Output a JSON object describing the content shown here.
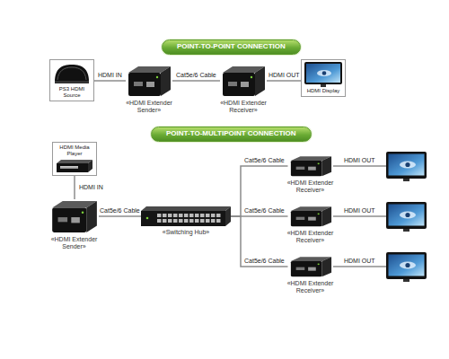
{
  "diagram": {
    "nodes": [
      {
        "text": [
          "POINT-TO-POINT CONNECTION"
        ]
      },
      {
        "text": [
          "PS3 HDMI Source"
        ]
      },
      {
        "text": [
          "«HDMI Extender Sender»"
        ]
      },
      {
        "text": [
          "«HDMI Extender Receiver»"
        ]
      },
      {
        "text": [
          "HDMI Display"
        ]
      },
      {
        "text": [
          "POINT-TO-MULTIPOINT CONNECTION"
        ]
      },
      {
        "text": [
          "HDMI Media Player"
        ]
      },
      {
        "text": [
          "«HDMI Extender Sender»"
        ]
      },
      {
        "text": [
          "«Switching Hub»"
        ]
      },
      {
        "text": [
          "«HDMI Extender Receiver»"
        ]
      },
      {
        "text": [
          "«HDMI Extender Receiver»"
        ]
      },
      {
        "text": [
          "«HDMI Extender Receiver»"
        ]
      }
    ],
    "edges": [
      {
        "from": 1,
        "to": 2,
        "label": "HDMI IN",
        "arrow": "none"
      },
      {
        "from": 2,
        "to": 3,
        "label": "Cat5e/6 Cable",
        "arrow": "none"
      },
      {
        "from": 3,
        "to": 4,
        "label": "HDMI OUT",
        "arrow": "none"
      },
      {
        "from": 6,
        "to": 7,
        "label": "HDMI IN",
        "arrow": "none"
      },
      {
        "from": 7,
        "to": 8,
        "label": "Cat5e/6 Cable",
        "arrow": "none"
      },
      {
        "from": 8,
        "to": 9,
        "label": "Cat5e/6 Cable",
        "arrow": "none"
      },
      {
        "from": 8,
        "to": 10,
        "label": "Cat5e/6 Cable",
        "arrow": "none"
      },
      {
        "from": 8,
        "to": 11,
        "label": "Cat5e/6 Cable",
        "arrow": "none"
      }
    ],
    "labels": [
      "HDMI OUT",
      "HDMI OUT",
      "HDMI OUT"
    ]
  }
}
